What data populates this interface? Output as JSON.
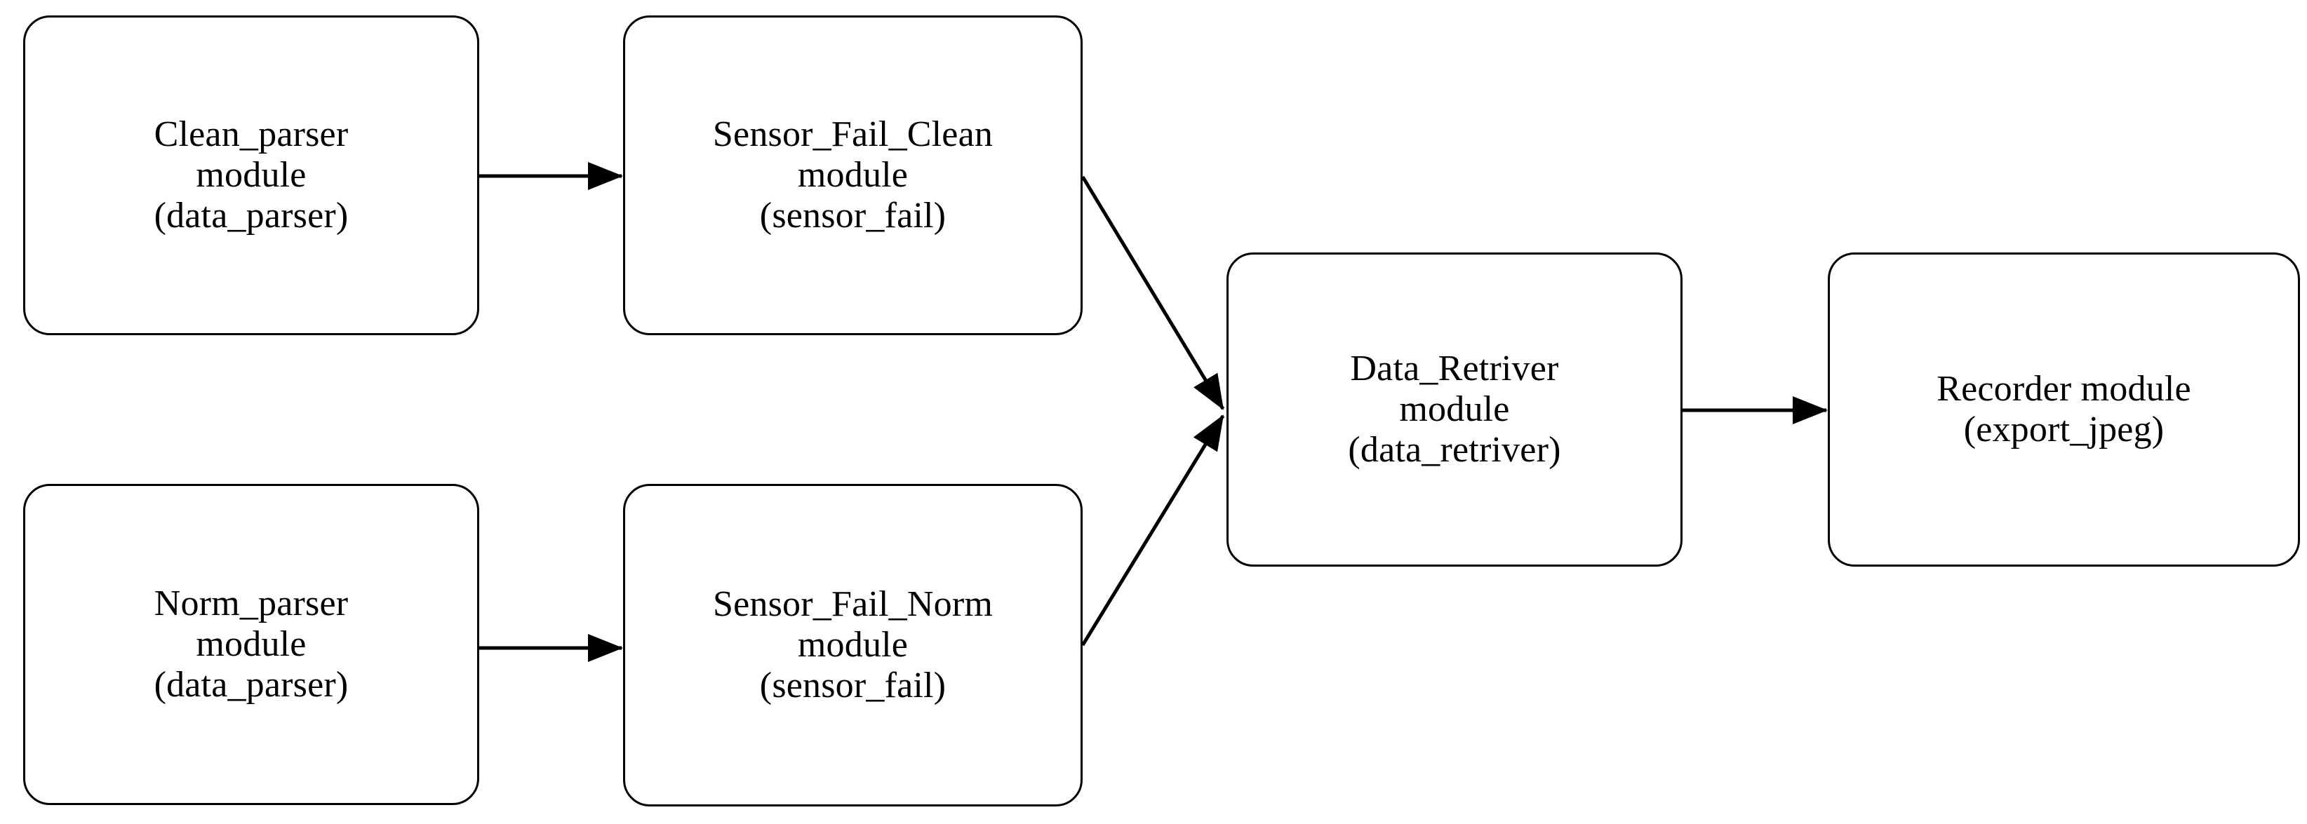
{
  "diagram": {
    "type": "block-flow-diagram",
    "background_color": "#ffffff",
    "stroke_color": "#000000",
    "text_color": "#000000",
    "nodes": [
      {
        "id": "clean_parser",
        "name": "Clean_parser",
        "line1": "Clean_parser",
        "line2": "module",
        "line3": "(data_parser)"
      },
      {
        "id": "sensor_fail_clean",
        "name": "Sensor_Fail_Clean",
        "line1": "Sensor_Fail_Clean",
        "line2": "module",
        "line3": "(sensor_fail)"
      },
      {
        "id": "data_retriver",
        "name": "Data_Retriver",
        "line1": "Data_Retriver",
        "line2": "module",
        "line3": "(data_retriver)"
      },
      {
        "id": "recorder",
        "name": "Recorder",
        "line1": "Recorder module",
        "line2": "(export_jpeg)",
        "line3": ""
      },
      {
        "id": "norm_parser",
        "name": "Norm_parser",
        "line1": "Norm_parser",
        "line2": "module",
        "line3": "(data_parser)"
      },
      {
        "id": "sensor_fail_norm",
        "name": "Sensor_Fail_Norm",
        "line1": "Sensor_Fail_Norm",
        "line2": "module",
        "line3": "(sensor_fail)"
      }
    ],
    "edges": [
      {
        "id": "e1",
        "from": "clean_parser",
        "to": "sensor_fail_clean",
        "style": "straight-arrow"
      },
      {
        "id": "e2",
        "from": "norm_parser",
        "to": "sensor_fail_norm",
        "style": "straight-arrow"
      },
      {
        "id": "e3",
        "from": "sensor_fail_clean",
        "to": "data_retriver",
        "style": "diagonal-arrow"
      },
      {
        "id": "e4",
        "from": "sensor_fail_norm",
        "to": "data_retriver",
        "style": "diagonal-arrow"
      },
      {
        "id": "e5",
        "from": "data_retriver",
        "to": "recorder",
        "style": "straight-arrow"
      }
    ]
  }
}
